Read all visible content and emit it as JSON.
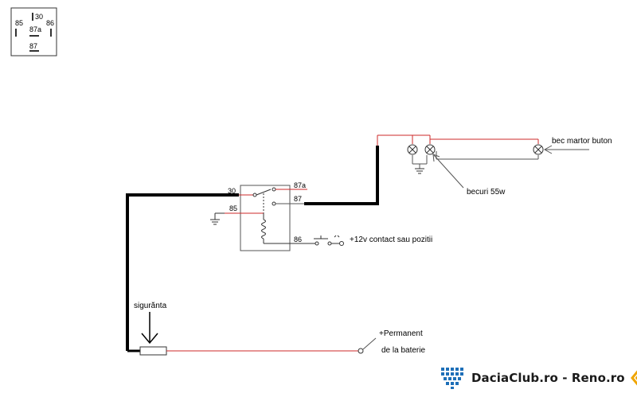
{
  "legend": {
    "pin_85": "85",
    "pin_30": "30",
    "pin_86": "86",
    "pin_87a": "87a",
    "pin_87": "87"
  },
  "relay": {
    "pin_30": "30",
    "pin_87a": "87a",
    "pin_87": "87",
    "pin_85": "85",
    "pin_86": "86"
  },
  "labels": {
    "switch_supply": "+12v contact sau pozitii",
    "indicator_bulb": "bec martor buton",
    "bulbs": "becuri 55w",
    "fuse": "sigurănta",
    "permanent_line1": "+Permanent",
    "permanent_line2": "de la baterie"
  },
  "branding": {
    "text": "DaciaClub.ro - Reno.ro"
  },
  "colors": {
    "wire_red": "#cc2a2a",
    "wire_black": "#000000",
    "brand_blue": "#1e6fb8",
    "brand_orange": "#f0a500"
  }
}
